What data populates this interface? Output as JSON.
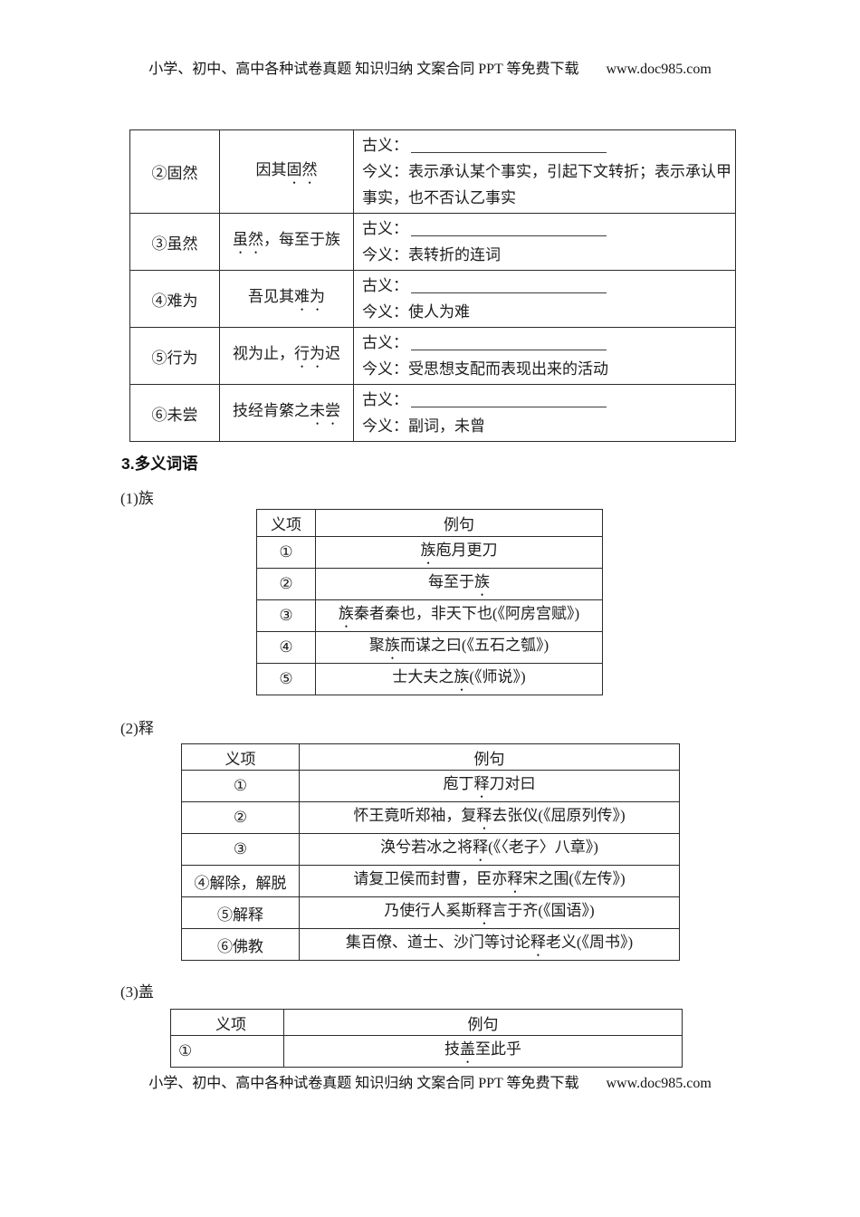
{
  "header": {
    "text": "小学、初中、高中各种试卷真题  知识归纳  文案合同  PPT 等免费下载",
    "url": "www.doc985.com"
  },
  "footer": {
    "text": "小学、初中、高中各种试卷真题  知识归纳  文案合同  PPT 等免费下载",
    "url": "www.doc985.com"
  },
  "table1": {
    "gu_label": "古义：",
    "jin_label": "今义：",
    "rows": [
      {
        "word": "②固然",
        "example": [
          {
            "t": "因其"
          },
          {
            "t": "固然",
            "em": true
          }
        ],
        "jin": "表示承认某个事实，引起下文转折；表示承认甲事实，也不否认乙事实"
      },
      {
        "word": "③虽然",
        "example": [
          {
            "t": "虽然",
            "em": true
          },
          {
            "t": "，每至于族"
          }
        ],
        "jin": "表转折的连词"
      },
      {
        "word": "④难为",
        "example": [
          {
            "t": "吾见其"
          },
          {
            "t": "难为",
            "em": true
          }
        ],
        "jin": "使人为难"
      },
      {
        "word": "⑤行为",
        "example": [
          {
            "t": "视为止，"
          },
          {
            "t": "行为",
            "em": true
          },
          {
            "t": "迟"
          }
        ],
        "jin": "受思想支配而表现出来的活动"
      },
      {
        "word": "⑥未尝",
        "example": [
          {
            "t": "技经肯綮之"
          },
          {
            "t": "未尝",
            "em": true
          }
        ],
        "jin": "副词，未曾"
      }
    ]
  },
  "section": {
    "title": "3.多义词语"
  },
  "subsections": [
    {
      "label": "(1)族",
      "headers": [
        "义项",
        "例句"
      ],
      "rows": [
        {
          "item": "①",
          "example": [
            {
              "t": "族",
              "em": true
            },
            {
              "t": "庖月更刀"
            }
          ]
        },
        {
          "item": "②",
          "example": [
            {
              "t": "每至于"
            },
            {
              "t": "族",
              "em": true
            }
          ]
        },
        {
          "item": "③",
          "example": [
            {
              "t": "族",
              "em": true
            },
            {
              "t": "秦者秦也，非天下也(《阿房宫赋》)"
            }
          ]
        },
        {
          "item": "④",
          "example": [
            {
              "t": "聚"
            },
            {
              "t": "族",
              "em": true
            },
            {
              "t": "而谋之曰(《五石之瓠》)"
            }
          ]
        },
        {
          "item": "⑤",
          "example": [
            {
              "t": "士大夫之"
            },
            {
              "t": "族",
              "em": true
            },
            {
              "t": "(《师说》)"
            }
          ]
        }
      ]
    },
    {
      "label": "(2)释",
      "headers": [
        "义项",
        "例句"
      ],
      "rows": [
        {
          "item": "①",
          "example": [
            {
              "t": "庖丁"
            },
            {
              "t": "释",
              "em": true
            },
            {
              "t": "刀对曰"
            }
          ]
        },
        {
          "item": "②",
          "example": [
            {
              "t": "怀王竟听郑袖，复"
            },
            {
              "t": "释",
              "em": true
            },
            {
              "t": "去张仪(《屈原列传》)"
            }
          ]
        },
        {
          "item": "③",
          "example": [
            {
              "t": "涣兮若冰之将"
            },
            {
              "t": "释",
              "em": true
            },
            {
              "t": "(《〈老子〉八章》)"
            }
          ]
        },
        {
          "item": "④解除，解脱",
          "example": [
            {
              "t": "请复卫侯而封曹，臣亦"
            },
            {
              "t": "释",
              "em": true
            },
            {
              "t": "宋之围(《左传》)"
            }
          ]
        },
        {
          "item": "⑤解释",
          "example": [
            {
              "t": "乃使行人奚斯"
            },
            {
              "t": "释",
              "em": true
            },
            {
              "t": "言于齐(《国语》)"
            }
          ]
        },
        {
          "item": "⑥佛教",
          "example": [
            {
              "t": "集百僚、道士、沙门等讨论"
            },
            {
              "t": "释",
              "em": true
            },
            {
              "t": "老义(《周书》)"
            }
          ]
        }
      ]
    },
    {
      "label": "(3)盖",
      "headers": [
        "义项",
        "例句"
      ],
      "rows": [
        {
          "item": "①",
          "example": [
            {
              "t": "技"
            },
            {
              "t": "盖",
              "em": true
            },
            {
              "t": "至此乎"
            }
          ]
        }
      ]
    }
  ],
  "layout": {
    "t1_row_heights": [
      87,
      62,
      58,
      62,
      60
    ],
    "sub_header_heights": [
      30,
      29,
      29
    ],
    "sub_row_heights": [
      33,
      33,
      34
    ]
  }
}
